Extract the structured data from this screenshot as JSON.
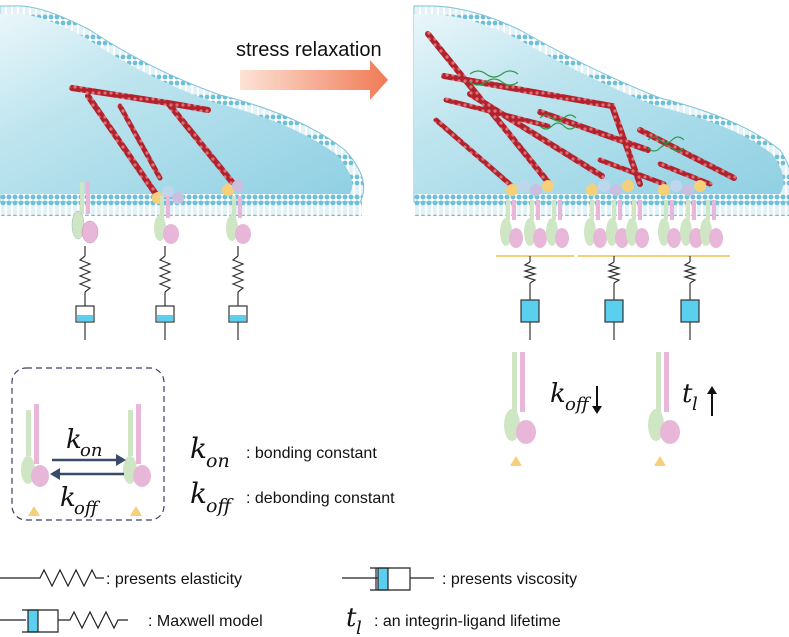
{
  "arrow_label": "stress relaxation",
  "kinetics_box": {
    "k_on": {
      "symbol": "k",
      "sub": "on"
    },
    "k_off": {
      "symbol": "k",
      "sub": "off"
    }
  },
  "definitions": {
    "kon_symbol": "k",
    "kon_sub": "on",
    "kon_text": ": bonding constant",
    "koff_symbol": "k",
    "koff_sub": "off",
    "koff_text": ": debonding constant"
  },
  "right_panel": {
    "koff_symbol": "k",
    "koff_sub": "off",
    "tl_symbol": "t",
    "tl_sub": "l"
  },
  "legend": {
    "spring": ": presents elasticity",
    "dashpot": ": presents viscosity",
    "maxwell": ": Maxwell model",
    "tl_symbol": "t",
    "tl_sub": "l",
    "lifetime": ": an integrin-ligand lifetime"
  },
  "colors": {
    "cytoplasm": "#a9dcea",
    "membrane": "#7fc6da",
    "fiber": "#b0202a",
    "dashpot_fill": "#5ad0ee",
    "arrow": "#f28a6a",
    "ligand": "#f5d07a",
    "integrin_pink": "#e8b6d8",
    "integrin_green": "#cfe6c4"
  }
}
